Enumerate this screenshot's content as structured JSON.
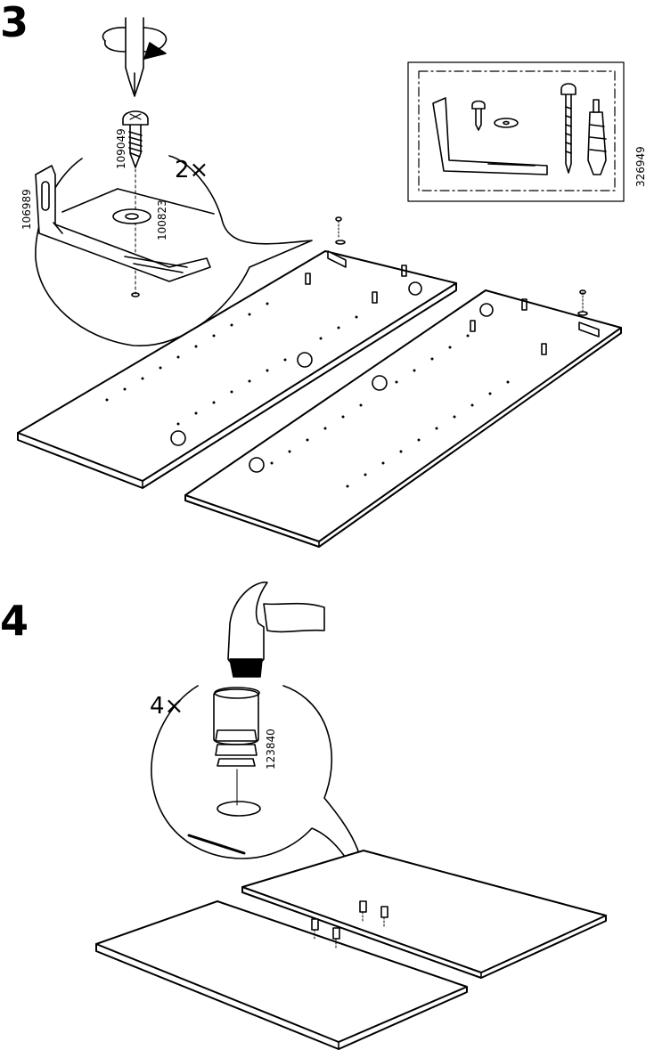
{
  "steps": [
    {
      "number": "3",
      "quantity": "2×",
      "part_numbers": {
        "screw": "109049",
        "bracket": "106989",
        "washer": "100823",
        "wall_kit": "326949"
      }
    },
    {
      "number": "4",
      "quantity": "4×",
      "part_numbers": {
        "dowel": "123840"
      }
    }
  ],
  "icons": [
    "screwdriver-icon",
    "hammer-icon",
    "screw-icon",
    "washer-icon",
    "bracket-icon",
    "dowel-icon",
    "wall-plug-icon"
  ]
}
